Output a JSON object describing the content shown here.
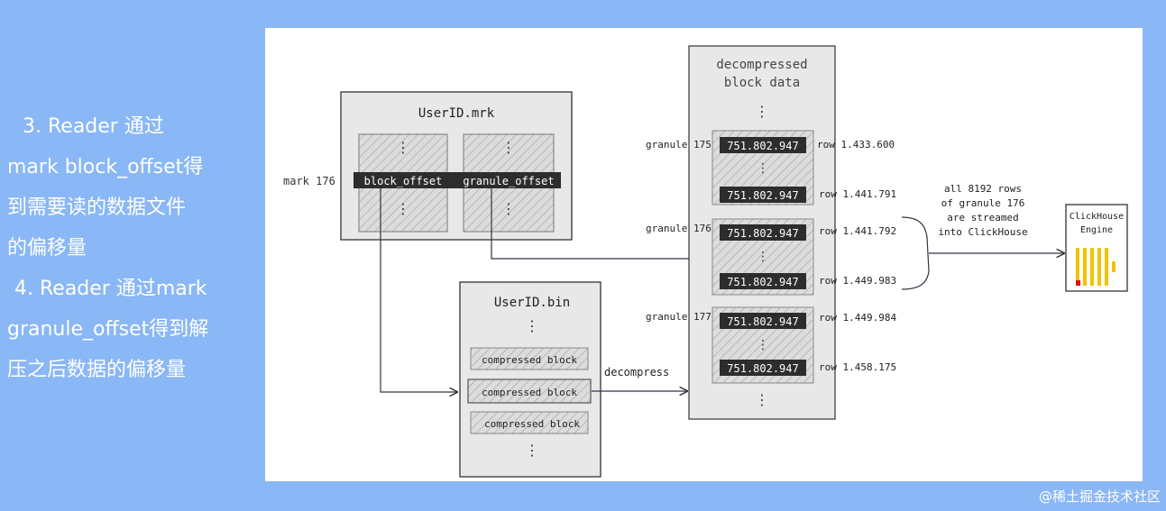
{
  "sidebar": {
    "step3_line1": "3. Reader 通过",
    "step3_line2": "mark block_offset得",
    "step3_line3": "到需要读的数据文件",
    "step3_line4": "的偏移量",
    "step4_line1": "4. Reader 通过mark",
    "step4_line2": "granule_offset得到解",
    "step4_line3": "压之后数据的偏移量"
  },
  "diagram": {
    "mrk_title": "UserID.mrk",
    "mark_label": "mark 176",
    "block_offset": "block_offset",
    "granule_offset": "granule_offset",
    "bin_title": "UserID.bin",
    "compressed_block": "compressed block",
    "decompress_label": "decompress",
    "decompressed_line1": "decompressed",
    "decompressed_line2": "block data",
    "granule175": "granule 175",
    "granule176": "granule 176",
    "granule177": "granule 177",
    "value": "751.802.947",
    "row_a": "row 1.433.600",
    "row_b": "row 1.441.791",
    "row_c": "row 1.441.792",
    "row_d": "row 1.449.983",
    "row_e": "row 1.449.984",
    "row_f": "row 1.458.175",
    "stream_line1": "all 8192 rows",
    "stream_line2": "of granule 176",
    "stream_line3": "are streamed",
    "stream_line4": "into ClickHouse",
    "engine_line1": "ClickHouse",
    "engine_line2": "Engine",
    "dots": "⋮"
  },
  "footer": {
    "credit": "@稀土掘金技术社区"
  },
  "colors": {
    "background": "#8ab7f5",
    "panel": "#ffffff",
    "box_fill": "#e8e8e8",
    "value_fill": "#2d2d2d",
    "accent": "#f2c200",
    "marker": "#e01010"
  }
}
